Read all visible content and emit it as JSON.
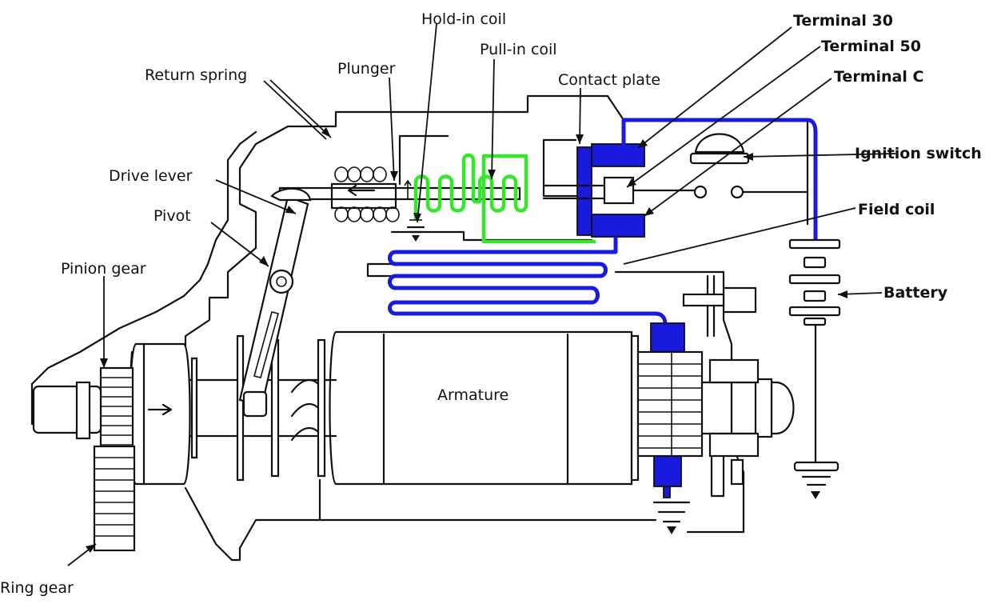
{
  "labels": {
    "hold_in_coil": "Hold-in coil",
    "terminal_30": "Terminal 30",
    "terminal_50": "Terminal 50",
    "terminal_c": "Terminal C",
    "pull_in_coil": "Pull-in coil",
    "plunger": "Plunger",
    "return_spring": "Return spring",
    "contact_plate": "Contact plate",
    "ignition_switch": "Ignition switch",
    "drive_lever": "Drive lever",
    "pivot": "Pivot",
    "field_coil": "Field coil",
    "pinion_gear": "Pinion gear",
    "battery": "Battery",
    "armature": "Armature",
    "ring_gear": "Ring gear"
  },
  "colors": {
    "field_circuit": "#1a1adf",
    "solenoid_coils": "#33e82b",
    "line_art": "#111111"
  },
  "icons": [
    "arrow-right-icon",
    "arrow-left-icon",
    "ground-icon",
    "bulb-icon"
  ]
}
